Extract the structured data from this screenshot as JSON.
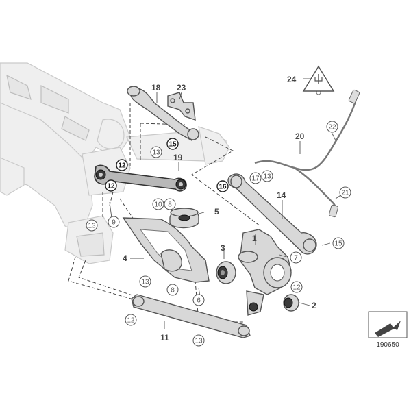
{
  "diagram": {
    "labels": {
      "l1": "1",
      "l2": "2",
      "l3": "3",
      "l4": "4",
      "l5": "5",
      "l6": "6",
      "l7": "7",
      "l8a": "8",
      "l8b": "8",
      "l9": "9",
      "l10": "10",
      "l11": "11",
      "l12a": "12",
      "l12b": "12",
      "l12c": "12",
      "l12d": "12",
      "l13a": "13",
      "l13b": "13",
      "l13c": "13",
      "l13d": "13",
      "l13e": "13",
      "l14": "14",
      "l15a": "15",
      "l15b": "15",
      "l16": "16",
      "l17": "17",
      "l18": "18",
      "l19": "19",
      "l20": "20",
      "l21": "21",
      "l22": "22",
      "l23": "23",
      "l24": "24"
    },
    "reference_number": "190650"
  }
}
